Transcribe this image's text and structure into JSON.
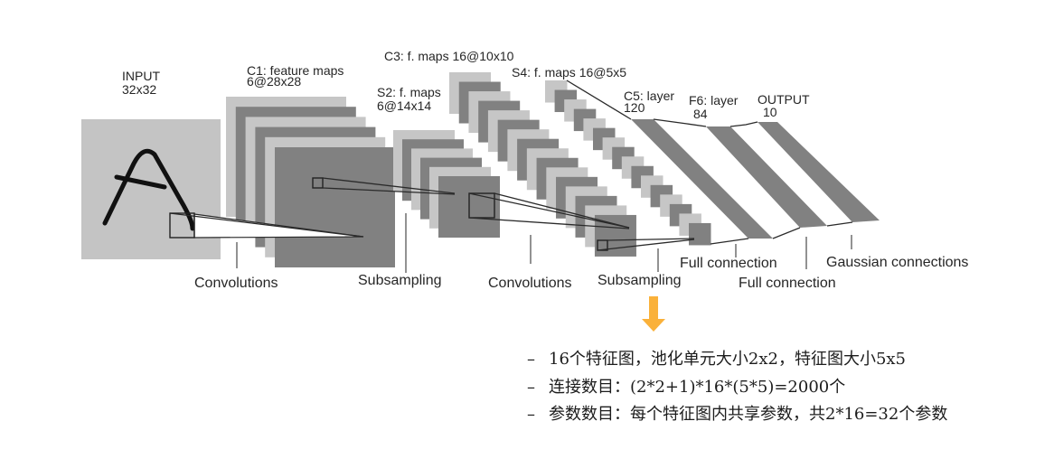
{
  "diagram": {
    "input_character": "A",
    "layers": [
      {
        "id": "input",
        "label": "INPUT",
        "sublabel": "32x32"
      },
      {
        "id": "c1",
        "label": "C1: feature maps",
        "sublabel": "6@28x28",
        "maps": 6
      },
      {
        "id": "s2",
        "label": "S2: f. maps",
        "sublabel": "6@14x14",
        "maps": 6
      },
      {
        "id": "c3",
        "label": "C3: f. maps 16@10x10",
        "maps": 16
      },
      {
        "id": "s4",
        "label": "S4: f. maps 16@5x5",
        "maps": 16
      },
      {
        "id": "c5",
        "label": "C5: layer",
        "sublabel": "120"
      },
      {
        "id": "f6",
        "label": "F6: layer",
        "sublabel": "84"
      },
      {
        "id": "output",
        "label": "OUTPUT",
        "sublabel": "10"
      }
    ],
    "operations": [
      "Convolutions",
      "Subsampling",
      "Convolutions",
      "Subsampling",
      "Full connection",
      "Full connection",
      "Gaussian connections"
    ],
    "colors": {
      "input": "#c4c4c4",
      "map_light": "#c6c6c6",
      "map_dark": "#818181",
      "band": "#818181",
      "arrow": "#fab13a"
    }
  },
  "arrow_icon": "arrow-down-icon",
  "notes": [
    {
      "bullet": "–",
      "text": "16个特征图，池化单元大小2x2，特征图大小5x5"
    },
    {
      "bullet": "–",
      "text": "连接数目：(2*2+1)*16*(5*5)=2000个"
    },
    {
      "bullet": "–",
      "text": "参数数目：每个特征图内共享参数，共2*16=32个参数"
    }
  ]
}
